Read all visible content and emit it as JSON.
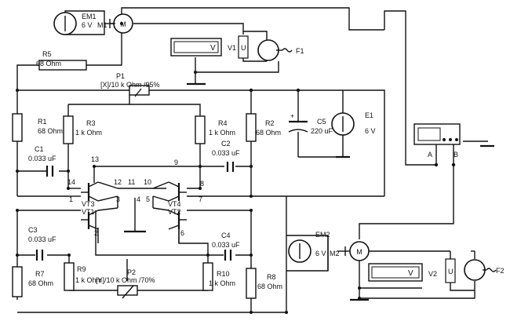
{
  "components": {
    "EM1": {
      "name": "EM1",
      "value": "6 V",
      "tag": "M1"
    },
    "EM2": {
      "name": "EM2",
      "value": "6 V",
      "tag": "M2"
    },
    "R5": {
      "name": "R5",
      "value": "68 Ohm"
    },
    "P1": {
      "name": "P1",
      "value": "[X]/10 k Ohm /95%"
    },
    "P2": {
      "name": "P2",
      "value": "[Y]/10 k Ohm /70%"
    },
    "V1": {
      "name": "V1",
      "meter": "V",
      "side": "U"
    },
    "V2": {
      "name": "V2",
      "meter": "V",
      "side": "U"
    },
    "F1": {
      "name": "F1"
    },
    "F2": {
      "name": "F2"
    },
    "E1": {
      "name": "E1",
      "value": "6 V"
    },
    "C5": {
      "name": "C5",
      "value": "220 uF"
    },
    "R1": {
      "name": "R1",
      "value": "68 Ohm"
    },
    "R2": {
      "name": "R2",
      "value": "68 Ohm"
    },
    "R3": {
      "name": "R3",
      "value": "1 k Ohm"
    },
    "R4": {
      "name": "R4",
      "value": "1 k Ohm"
    },
    "R7": {
      "name": "R7",
      "value": "68 Ohm"
    },
    "R8": {
      "name": "R8",
      "value": "68 Ohm"
    },
    "R9": {
      "name": "R9",
      "value": "1 k Ohm"
    },
    "R10": {
      "name": "R10",
      "value": "1 k Ohm"
    },
    "C1": {
      "name": "C1",
      "value": "0.033 uF"
    },
    "C2": {
      "name": "C2",
      "value": "0.033 uF"
    },
    "C3": {
      "name": "C3",
      "value": "0.033 uF"
    },
    "C4": {
      "name": "C4",
      "value": "0.033 uF"
    },
    "VT3": {
      "name": "VT3"
    },
    "VT1": {
      "name": "VT1"
    },
    "VT4": {
      "name": "VT4"
    },
    "VT2": {
      "name": "VT2"
    }
  },
  "motor_symbol": "M",
  "scope_inputs": {
    "a": "A",
    "b": "B"
  },
  "pins": [
    "1",
    "2",
    "3",
    "4",
    "5",
    "6",
    "7",
    "8",
    "9",
    "10",
    "11",
    "12",
    "13",
    "14"
  ]
}
